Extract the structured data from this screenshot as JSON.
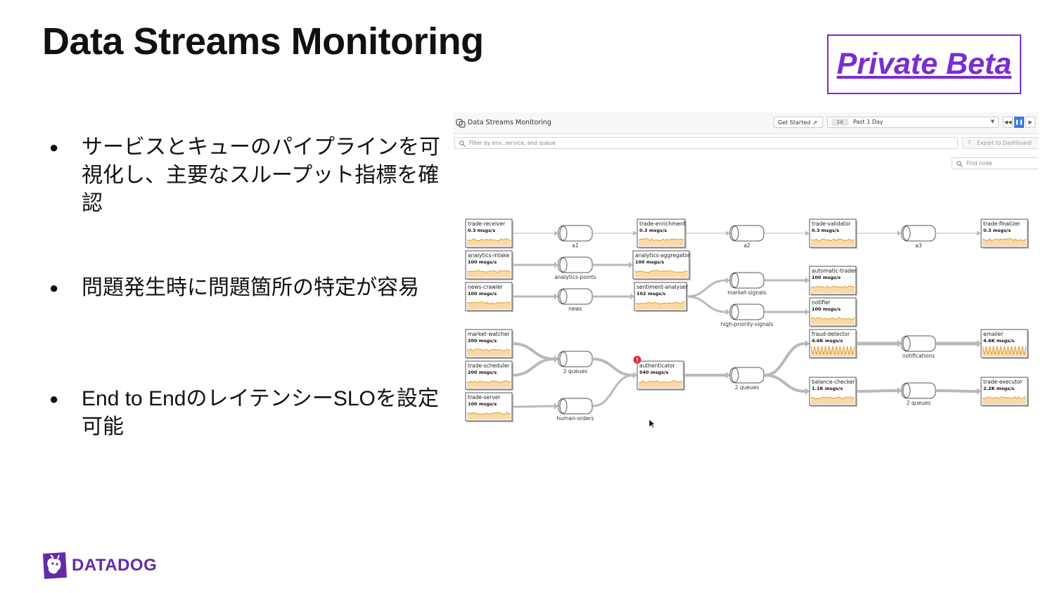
{
  "slide": {
    "title": "Data Streams Monitoring",
    "badge": "Private Beta",
    "bullets": [
      "サービスとキューのパイプラインを可視化し、主要なスループット指標を確認",
      "問題発生時に問題箇所の特定が容易",
      "End to EndのレイテンシーSLOを設定可能"
    ],
    "logo_text": "DATADOG"
  },
  "app": {
    "title": "Data Streams Monitoring",
    "get_started": "Get Started",
    "time_chip": "1d",
    "time_label": "Past 1 Day",
    "filter_placeholder": "Filter by env, service, and queue",
    "export_label": "Export to Dashboard",
    "find_node_placeholder": "Find node"
  },
  "graph": {
    "colors": {
      "sparkline_fill": "#fbd9a6",
      "sparkline_line": "#d98b1a",
      "alert": "#e0243a",
      "edge": "#b9b9bd"
    },
    "services": [
      {
        "id": "trade-receiver",
        "name": "trade-receiver",
        "rate": "0.3 msgs/s"
      },
      {
        "id": "trade-enrichment",
        "name": "trade-enrichment",
        "rate": "0.3 msgs/s"
      },
      {
        "id": "trade-validator",
        "name": "trade-validator",
        "rate": "0.3 msgs/s"
      },
      {
        "id": "trade-finalizer",
        "name": "trade-finalizer",
        "rate": "0.3 msgs/s"
      },
      {
        "id": "analytics-intake",
        "name": "analytics-intake",
        "rate": "100 msgs/s"
      },
      {
        "id": "analytics-aggregator",
        "name": "analytics-aggregator",
        "rate": "100 msgs/s"
      },
      {
        "id": "news-crawler",
        "name": "news-crawler",
        "rate": "100 msgs/s"
      },
      {
        "id": "sentiment-analyser",
        "name": "sentiment-analyser",
        "rate": "102 msgs/s"
      },
      {
        "id": "automatic-trader",
        "name": "automatic-trader",
        "rate": "100 msgs/s"
      },
      {
        "id": "notifier",
        "name": "notifier",
        "rate": "100 msgs/s"
      },
      {
        "id": "market-watcher",
        "name": "market-watcher",
        "rate": "200 msgs/s"
      },
      {
        "id": "trade-scheduler",
        "name": "trade-scheduler",
        "rate": "200 msgs/s"
      },
      {
        "id": "trade-server",
        "name": "trade-server",
        "rate": "100 msgs/s"
      },
      {
        "id": "authenticator",
        "name": "authenticator",
        "rate": "540 msgs/s",
        "alert": true
      },
      {
        "id": "fraud-detector",
        "name": "fraud-detector",
        "rate": "4.6K msgs/s"
      },
      {
        "id": "emailer",
        "name": "emailer",
        "rate": "4.6K msgs/s"
      },
      {
        "id": "balance-checker",
        "name": "balance-checker",
        "rate": "1.1K msgs/s"
      },
      {
        "id": "trade-executor",
        "name": "trade-executor",
        "rate": "2.2K msgs/s"
      }
    ],
    "queues": [
      {
        "id": "a1",
        "label": "a1"
      },
      {
        "id": "a2",
        "label": "a2"
      },
      {
        "id": "a3",
        "label": "a3"
      },
      {
        "id": "analytics-points",
        "label": "analytics-points"
      },
      {
        "id": "news",
        "label": "news"
      },
      {
        "id": "market-signals",
        "label": "market-signals"
      },
      {
        "id": "high-priority-signals",
        "label": "high-priority-signals"
      },
      {
        "id": "q-2queues-a",
        "label": "2 queues"
      },
      {
        "id": "q-2queues-b",
        "label": "2 queues"
      },
      {
        "id": "notifications",
        "label": "notifications"
      },
      {
        "id": "q-2queues-c",
        "label": "2 queues"
      },
      {
        "id": "human-orders",
        "label": "human-orders"
      }
    ]
  }
}
